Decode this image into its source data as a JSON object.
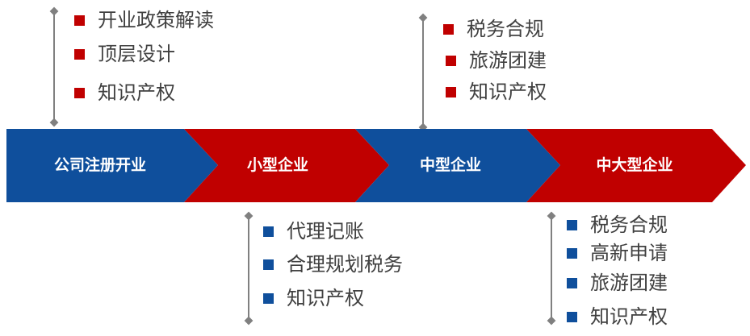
{
  "colors": {
    "red": "#c00000",
    "blue": "#0f4f9c",
    "connector": "#808080",
    "text": "#404040"
  },
  "stages": [
    {
      "label": "公司注册开业",
      "color": "#0f4f9c"
    },
    {
      "label": "小型企业",
      "color": "#c00000"
    },
    {
      "label": "中型企业",
      "color": "#0f4f9c"
    },
    {
      "label": "中大型企业",
      "color": "#c00000"
    }
  ],
  "groups": [
    {
      "items": [
        "开业政策解读",
        "顶层设计",
        "知识产权"
      ]
    },
    {
      "items": [
        "税务合规",
        "旅游团建",
        "知识产权"
      ]
    },
    {
      "items": [
        "代理记账",
        "合理规划税务",
        "知识产权"
      ]
    },
    {
      "items": [
        "税务合规",
        "高新申请",
        "旅游团建",
        "知识产权"
      ]
    }
  ]
}
